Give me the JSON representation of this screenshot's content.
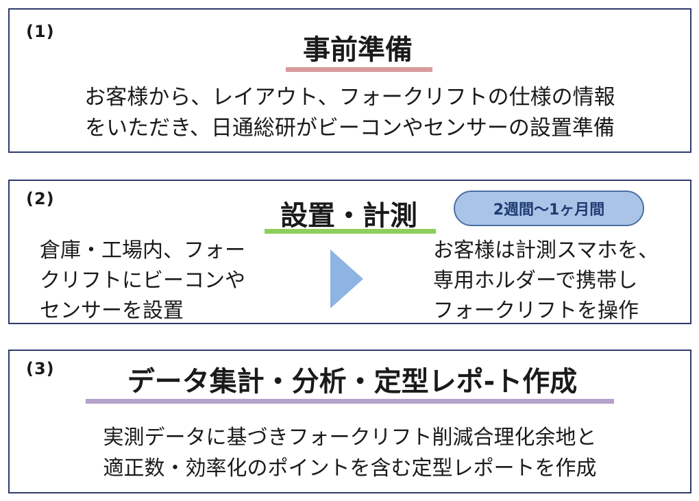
{
  "section1": {
    "number": "(1)",
    "title": "事前準備",
    "body_lines": [
      "お客様から、レイアウト、フォークリフトの仕様の情報",
      "をいただき、日通総研がビーコンやセンサーの設置準備"
    ]
  },
  "section2": {
    "number": "(2)",
    "title": "設置・計測",
    "badge": "2週間〜1ヶ月間",
    "left_lines": [
      "倉庫・工場内、フォー",
      "クリフトにビーコンや",
      "センサーを設置"
    ],
    "right_lines": [
      "お客様は計測スマホを、",
      "専用ホルダーで携帯し",
      "フォークリフトを操作"
    ]
  },
  "section3": {
    "number": "(3)",
    "title": "データ集計・分析・定型レポ-ト作成",
    "body_lines": [
      "実測データに基づきフォークリフト削減合理化余地と",
      "適正数・効率化のポイントを含む定型レポートを作成"
    ]
  },
  "colors": {
    "border": "#2e3a6e",
    "underline1": "#d99a9e",
    "underline2": "#8ecf5a",
    "underline3": "#b3a2c9",
    "badge_fill": "#a9c4e6",
    "arrow": "#8db4e2"
  },
  "icons": {
    "arrow": "right-triangle-arrow-icon"
  }
}
